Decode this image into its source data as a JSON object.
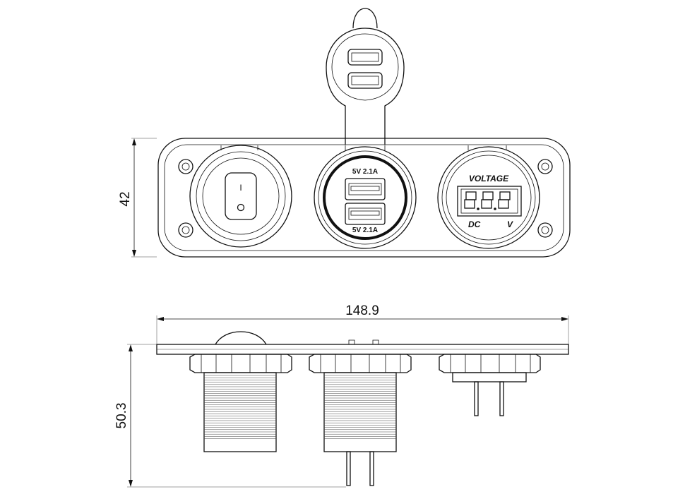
{
  "dimensions": {
    "height_front": "42",
    "width": "148.9",
    "depth_side": "50.3"
  },
  "usb_socket": {
    "port_top_label": "5V 2.1A",
    "port_bottom_label": "5V 2.1A"
  },
  "voltmeter": {
    "title": "VOLTAGE",
    "display": "8.8.8",
    "unit_left": "DC",
    "unit_right": "V"
  },
  "switch": {
    "on_mark": "I",
    "off_mark": "O"
  },
  "icons": [
    "rocker-switch-icon",
    "usb-port-icon",
    "voltmeter-display-icon",
    "mounting-hole-icon",
    "dust-cap-icon"
  ]
}
